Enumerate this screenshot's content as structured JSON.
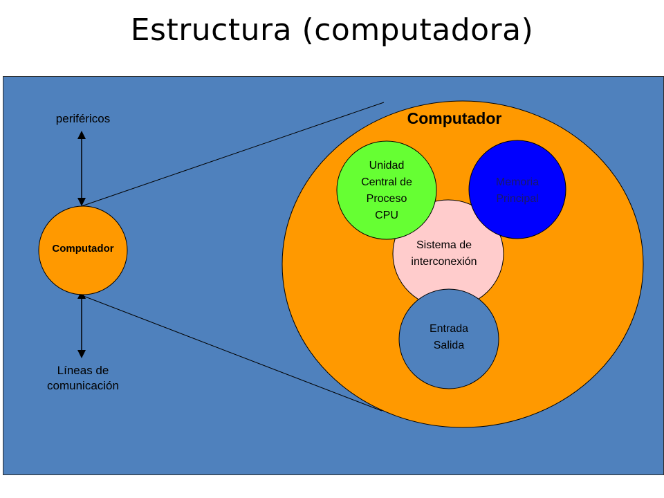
{
  "title": "Estructura (computadora)",
  "left": {
    "peripherals_label": "periféricos",
    "computer_label": "Computador",
    "comm_lines_label": [
      "Líneas de",
      "comunicación"
    ]
  },
  "right": {
    "computer_label": "Computador",
    "cpu_label": [
      "Unidad",
      "Central de",
      "Proceso",
      "CPU"
    ],
    "memory_label": [
      "Memoria",
      "Principal"
    ],
    "interconnect_label": [
      "Sistema de",
      "interconexión"
    ],
    "io_label": [
      "Entrada",
      "Salida"
    ]
  },
  "colors": {
    "background_panel": "#4f81bd",
    "computer_orange": "#ff9900",
    "cpu_green": "#66ff33",
    "memory_blue": "#0000ff",
    "interconnect_pink": "#ffcccc",
    "io_blue": "#4f81bd"
  }
}
